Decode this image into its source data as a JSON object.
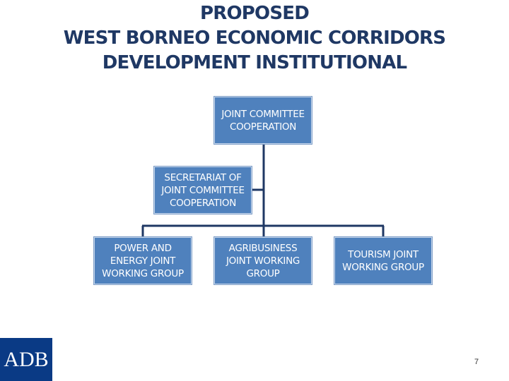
{
  "title": {
    "line1": "PROPOSED",
    "line2": "WEST BORNEO ECONOMIC CORRIDORS",
    "line3": "DEVELOPMENT INSTITUTIONAL"
  },
  "org_chart": {
    "top": {
      "label": "JOINT COMMITTEE COOPERATION"
    },
    "assistant": {
      "label": "SECRETARIAT OF JOINT COMMITTEE COOPERATION"
    },
    "groups": [
      {
        "label": "POWER AND ENERGY JOINT WORKING GROUP"
      },
      {
        "label": "AGRIBUSINESS JOINT WORKING GROUP"
      },
      {
        "label": "TOURISM JOINT WORKING GROUP"
      }
    ]
  },
  "footer": {
    "logo_text": "ADB",
    "page_number": "7"
  },
  "colors": {
    "title": "#1f3864",
    "box_fill": "#4f81bd",
    "connector": "#1f3864",
    "logo_bg": "#0a3a85"
  }
}
